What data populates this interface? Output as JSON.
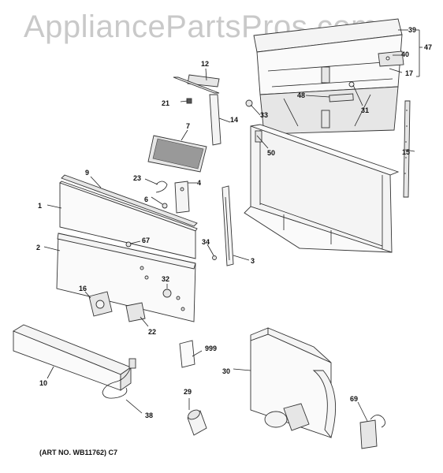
{
  "watermark": "AppliancePartsPros.com",
  "art_number": "(ART NO. WB11762) C7",
  "callouts": {
    "c1": "1",
    "c2": "2",
    "c3": "3",
    "c4": "4",
    "c6": "6",
    "c7": "7",
    "c9": "9",
    "c10": "10",
    "c12": "12",
    "c14": "14",
    "c15": "15",
    "c16": "16",
    "c17": "17",
    "c21": "21",
    "c22": "22",
    "c23": "23",
    "c29": "29",
    "c30": "30",
    "c31": "31",
    "c32": "32",
    "c33": "33",
    "c34": "34",
    "c38": "38",
    "c39": "39",
    "c40": "40",
    "c47": "47",
    "c48": "48",
    "c50": "50",
    "c67": "67",
    "c69": "69",
    "c999": "999"
  }
}
